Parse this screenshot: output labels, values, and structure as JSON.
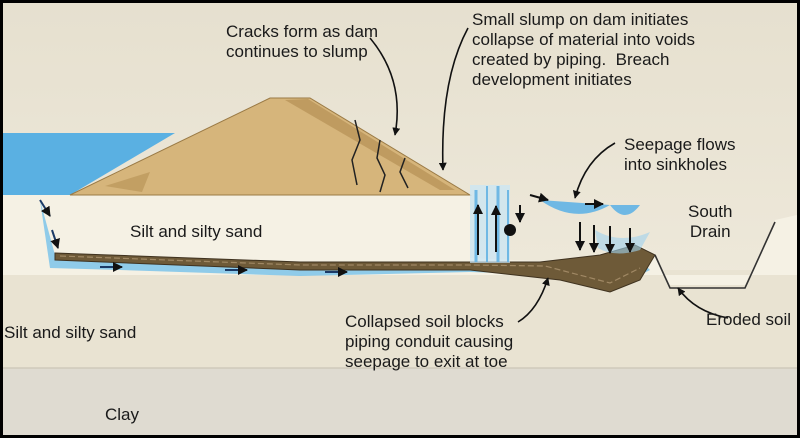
{
  "labels": {
    "cracks": "Cracks form as dam\ncontinues to slump",
    "slump": "Small slump on dam initiates\ncollapse of material into voids\ncreated by piping.  Breach\ndevelopment initiates",
    "seepage": "Seepage flows\ninto sinkholes",
    "south_drain": "South\nDrain",
    "silt_upper": "Silt and silty sand",
    "silt_lower": "Silt and silty sand",
    "collapsed": "Collapsed soil blocks\npiping conduit causing\nseepage to exit at toe",
    "eroded": "Eroded soil",
    "clay": "Clay"
  },
  "colors": {
    "background_top": "#ece6d4",
    "upper_silt": "#f4efe1",
    "lower_silt": "#e8e2d0",
    "clay": "#dedad0",
    "dam_fill": "#d7b57c",
    "water": "#5fb0e0",
    "conduit": "#6b5a3a"
  }
}
